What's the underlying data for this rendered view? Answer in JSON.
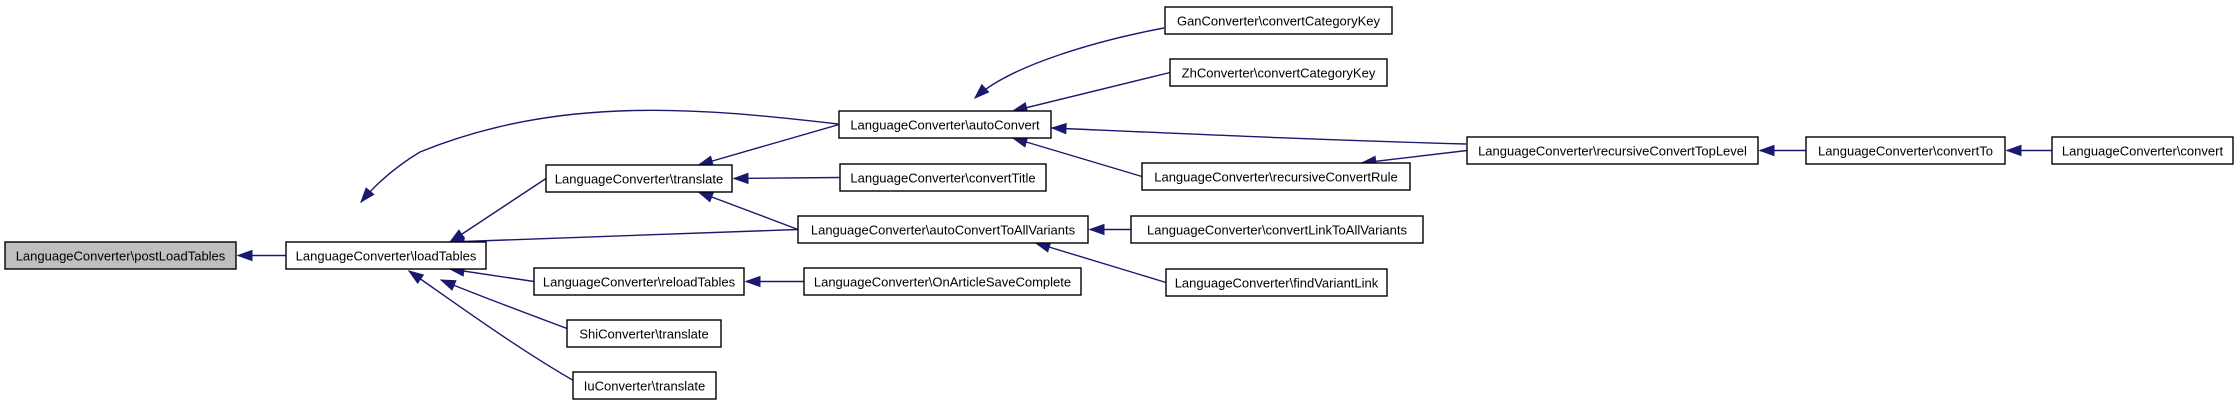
{
  "nodes": [
    {
      "id": "n0",
      "label": "LanguageConverter\\postLoadTables",
      "highlight": true
    },
    {
      "id": "n1",
      "label": "LanguageConverter\\loadTables"
    },
    {
      "id": "n2",
      "label": "LanguageConverter\\translate"
    },
    {
      "id": "n3",
      "label": "LanguageConverter\\reloadTables"
    },
    {
      "id": "n4",
      "label": "ShiConverter\\translate"
    },
    {
      "id": "n5",
      "label": "IuConverter\\translate"
    },
    {
      "id": "n6",
      "label": "LanguageConverter\\autoConvert"
    },
    {
      "id": "n7",
      "label": "LanguageConverter\\convertTitle"
    },
    {
      "id": "n8",
      "label": "LanguageConverter\\autoConvertToAllVariants"
    },
    {
      "id": "n9",
      "label": "LanguageConverter\\OnArticleSaveComplete"
    },
    {
      "id": "n10",
      "label": "GanConverter\\convertCategoryKey"
    },
    {
      "id": "n11",
      "label": "ZhConverter\\convertCategoryKey"
    },
    {
      "id": "n12",
      "label": "LanguageConverter\\recursiveConvertRule"
    },
    {
      "id": "n13",
      "label": "LanguageConverter\\convertLinkToAllVariants"
    },
    {
      "id": "n14",
      "label": "LanguageConverter\\findVariantLink"
    },
    {
      "id": "n15",
      "label": "LanguageConverter\\recursiveConvertTopLevel"
    },
    {
      "id": "n16",
      "label": "LanguageConverter\\convertTo"
    },
    {
      "id": "n17",
      "label": "LanguageConverter\\convert"
    }
  ],
  "edges": [
    {
      "from": "n1",
      "to": "n0"
    },
    {
      "from": "n2",
      "to": "n1"
    },
    {
      "from": "n3",
      "to": "n1"
    },
    {
      "from": "n4",
      "to": "n1"
    },
    {
      "from": "n5",
      "to": "n1"
    },
    {
      "from": "n6",
      "to": "n1"
    },
    {
      "from": "n8",
      "to": "n1"
    },
    {
      "from": "n6",
      "to": "n2"
    },
    {
      "from": "n7",
      "to": "n2"
    },
    {
      "from": "n8",
      "to": "n2"
    },
    {
      "from": "n9",
      "to": "n3"
    },
    {
      "from": "n10",
      "to": "n6"
    },
    {
      "from": "n11",
      "to": "n6"
    },
    {
      "from": "n12",
      "to": "n6"
    },
    {
      "from": "n15",
      "to": "n6"
    },
    {
      "from": "n13",
      "to": "n8"
    },
    {
      "from": "n14",
      "to": "n8"
    },
    {
      "from": "n15",
      "to": "n12"
    },
    {
      "from": "n16",
      "to": "n15"
    },
    {
      "from": "n17",
      "to": "n16"
    }
  ],
  "colors": {
    "edge": "#191970",
    "highlight_fill": "#bfbfbf",
    "node_fill": "#ffffff",
    "node_border": "#000000"
  }
}
